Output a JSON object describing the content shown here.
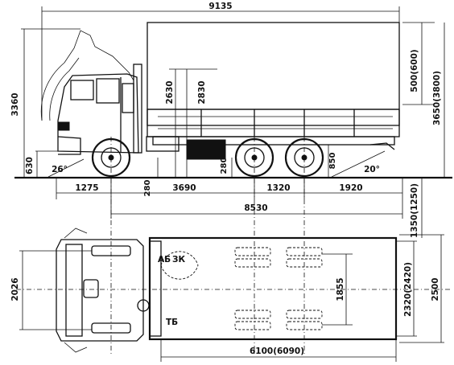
{
  "side_view": {
    "dims": {
      "overall_length": "9135",
      "cab_height": "3360",
      "height_2630": "2630",
      "height_2830": "2830",
      "side_500_600": "500(600)",
      "height_3650_3800": "3650(3800)",
      "front_clearance": "630",
      "approach_angle": "26°",
      "clearance_280_a": "280",
      "clearance_280_b": "280",
      "rear_850": "850",
      "departure_angle": "20°",
      "front_overhang": "1275",
      "wheelbase_front": "3690",
      "bogie": "1320",
      "rear_overhang": "1920",
      "length_8530": "8530",
      "rear_1350_1250": "1350(1250)"
    }
  },
  "top_view": {
    "dims": {
      "track_front": "2026",
      "inner_1855": "1855",
      "inner_2320_2420": "2320(2420)",
      "overall_width": "2500",
      "platform_length": "6100(6090)"
    },
    "labels": {
      "battery": "АБ",
      "spare_wheel": "ЗК",
      "fuel_tank": "ТБ"
    }
  }
}
